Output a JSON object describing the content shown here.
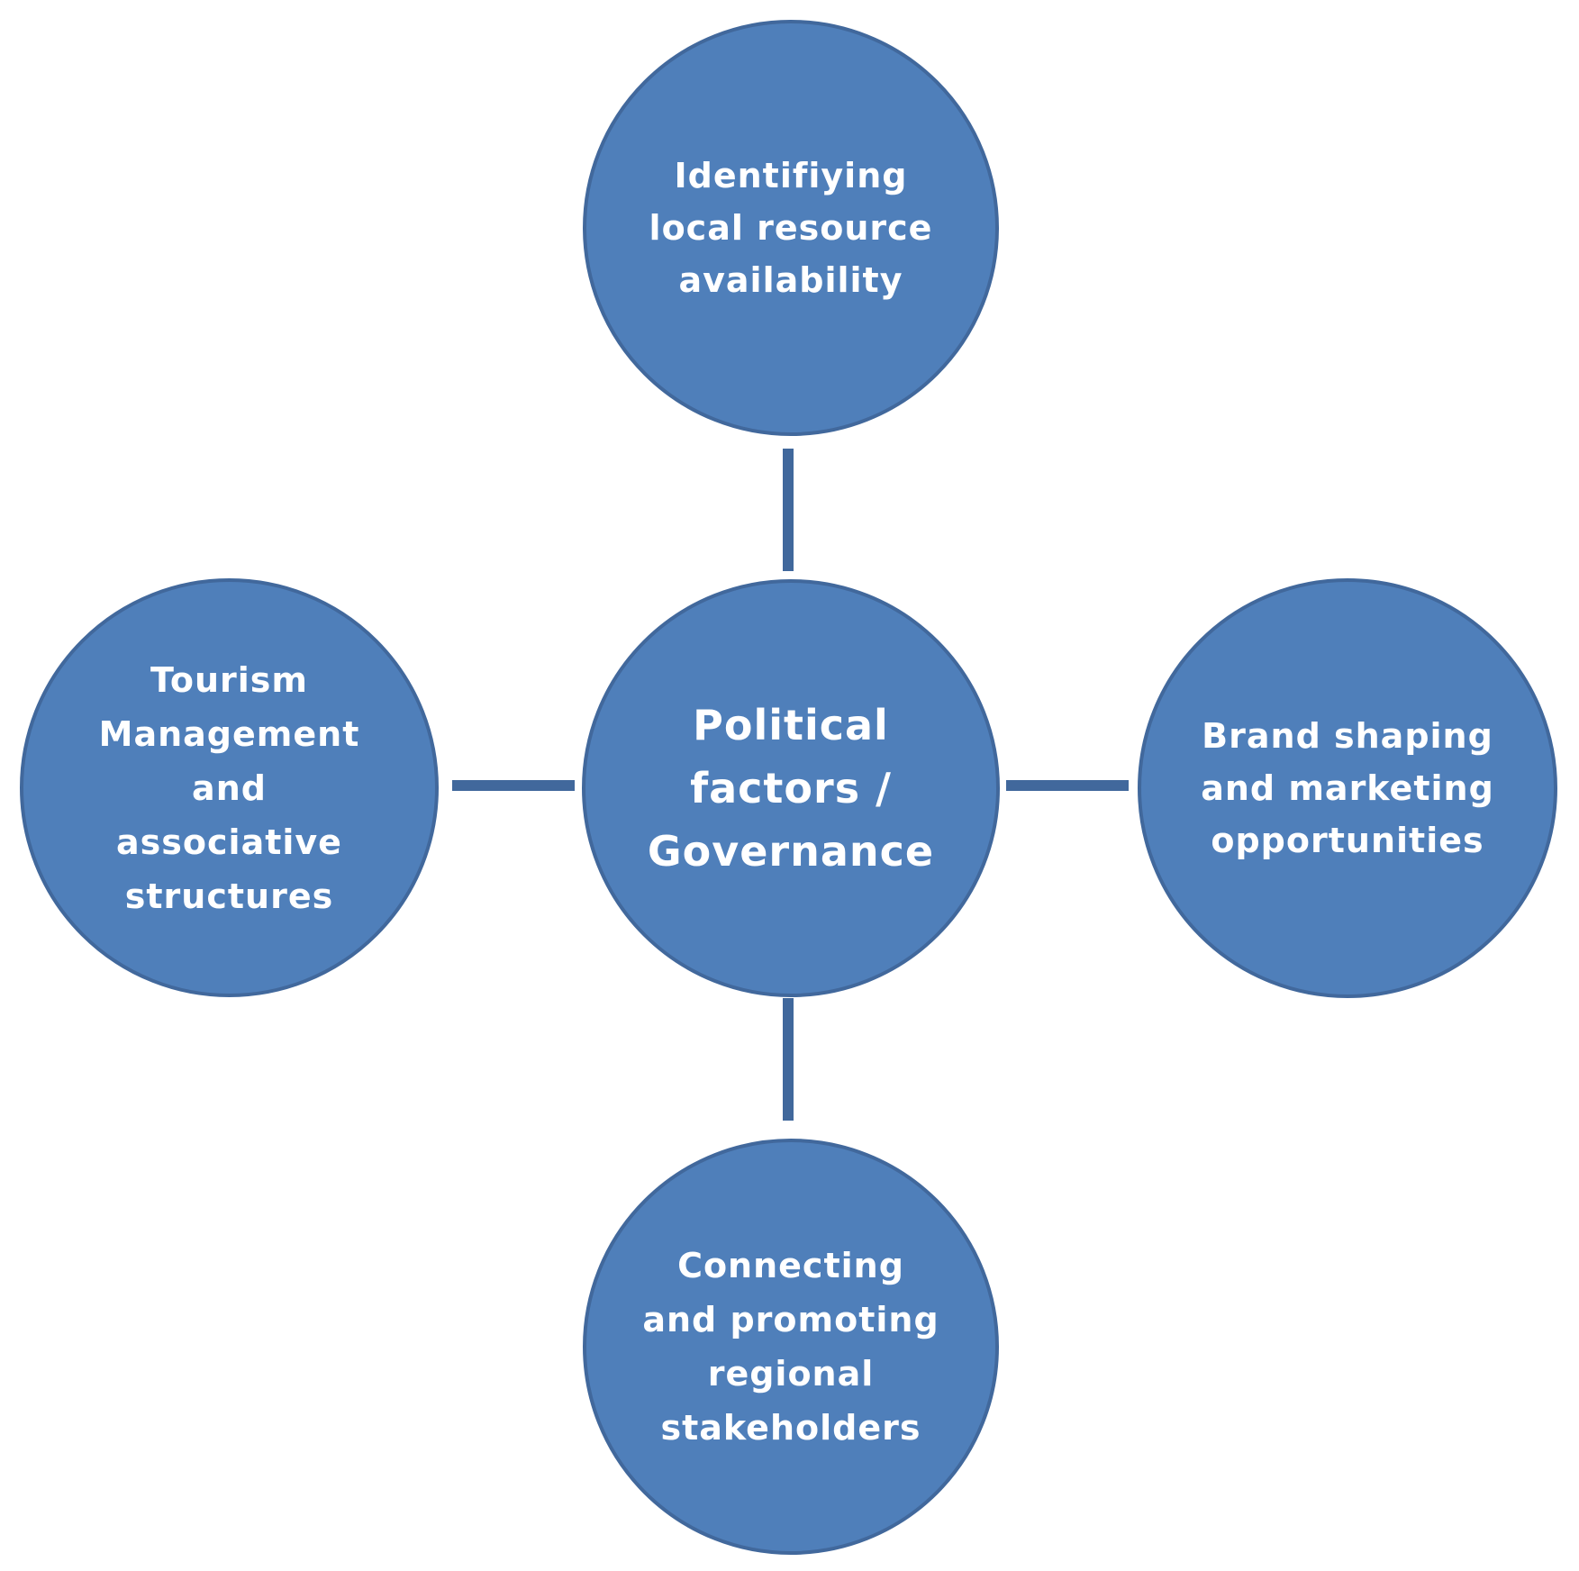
{
  "diagram": {
    "colors": {
      "node_fill": "#4f7fba",
      "node_border": "#41689c",
      "connector": "#41689c",
      "text": "#ffffff"
    },
    "center": {
      "label": "Political\nfactors /\nGovernance"
    },
    "nodes": {
      "top": {
        "label": "Identifiying\nlocal resource\navailability"
      },
      "left": {
        "label": "Tourism\nManagement\nand\nassociative\nstructures"
      },
      "right": {
        "label": "Brand shaping\nand marketing\nopportunities"
      },
      "bottom": {
        "label": "Connecting\nand promoting\nregional\nstakeholders"
      }
    }
  }
}
